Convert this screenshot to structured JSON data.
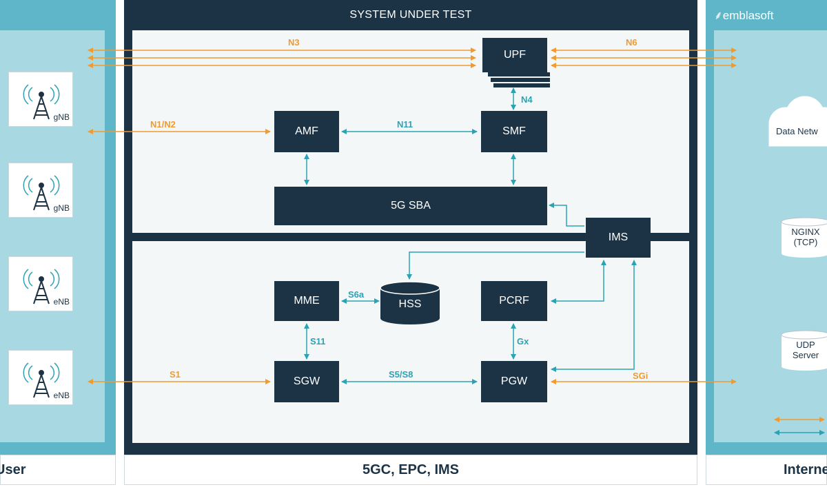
{
  "title": "SYSTEM UNDER TEST",
  "brand": "emblasoft",
  "footers": {
    "left": "User",
    "center": "5GC, EPC, IMS",
    "right": "Internet"
  },
  "ran_cells": [
    {
      "label": "gNB"
    },
    {
      "label": "gNB"
    },
    {
      "label": "eNB"
    },
    {
      "label": "eNB"
    }
  ],
  "nodes": {
    "upf": "UPF",
    "amf": "AMF",
    "smf": "SMF",
    "sba": "5G SBA",
    "ims": "IMS",
    "mme": "MME",
    "hss": "HSS",
    "pcrf": "PCRF",
    "sgw": "SGW",
    "pgw": "PGW"
  },
  "interfaces": {
    "n3": "N3",
    "n6": "N6",
    "n4": "N4",
    "n1n2": "N1/N2",
    "n11": "N11",
    "s6a": "S6a",
    "s11": "S11",
    "gx": "Gx",
    "s1": "S1",
    "s5s8": "S5/S8",
    "sgi": "SGi"
  },
  "data_network": {
    "cloud": "Data Netw",
    "nginx_line1": "NGINX",
    "nginx_line2": "(TCP)",
    "udp_line1": "UDP",
    "udp_line2": "Server"
  },
  "colors": {
    "dark": "#1c3346",
    "orange": "#f29a2e",
    "teal": "#2ba3b5",
    "panel": "#5fb6c8",
    "panel_light": "#a8d8e2"
  }
}
